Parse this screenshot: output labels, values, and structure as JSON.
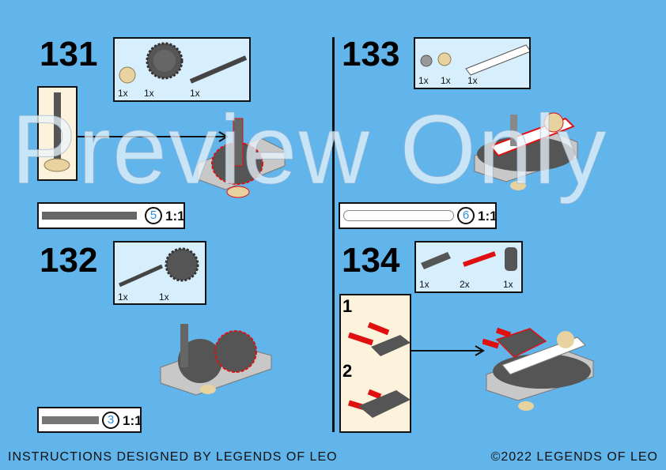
{
  "steps": [
    {
      "number": "131",
      "parts": [
        {
          "name": "bevel-gear-12",
          "qty": "1x"
        },
        {
          "name": "gear-24",
          "qty": "1x"
        },
        {
          "name": "axle-with-stop",
          "qty": "1x"
        }
      ],
      "length_callout": {
        "length": "5",
        "scale": "1:1"
      }
    },
    {
      "number": "132",
      "parts": [
        {
          "name": "axle",
          "qty": "1x"
        },
        {
          "name": "gear-24",
          "qty": "1x"
        }
      ],
      "length_callout": {
        "length": "3",
        "scale": "1:1"
      }
    },
    {
      "number": "133",
      "parts": [
        {
          "name": "bush",
          "qty": "1x"
        },
        {
          "name": "bevel-gear-12",
          "qty": "1x"
        },
        {
          "name": "beam-7",
          "qty": "1x"
        }
      ],
      "length_callout": {
        "length": "6",
        "scale": "1:1"
      }
    },
    {
      "number": "134",
      "parts": [
        {
          "name": "beam-2",
          "qty": "1x"
        },
        {
          "name": "friction-pin-red",
          "qty": "2x"
        },
        {
          "name": "connector",
          "qty": "1x"
        }
      ],
      "substeps": [
        "1",
        "2"
      ]
    }
  ],
  "footer": {
    "left": "INSTRUCTIONS DESIGNED BY LEGENDS OF LEO",
    "right": "©2022 LEGENDS OF LEO"
  },
  "watermark": "Preview Only",
  "colors": {
    "background": "#62b5eb",
    "parts_box": "#d7eefc",
    "subassembly_box": "#fdf3dc",
    "highlight": "#e01010"
  }
}
